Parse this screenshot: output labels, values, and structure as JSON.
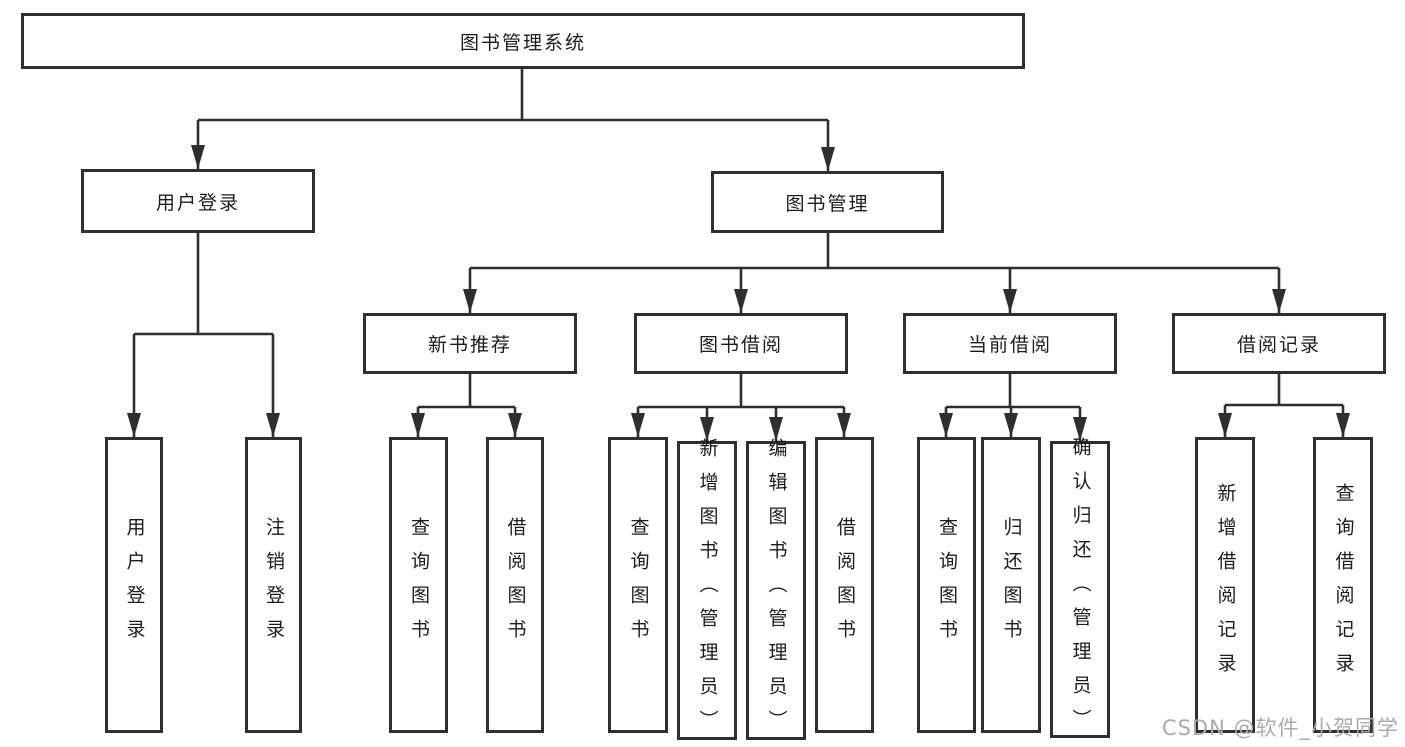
{
  "tree": {
    "root": {
      "label": "图书管理系统",
      "children": [
        {
          "label": "用户登录",
          "children": [
            {
              "label": "用户登录"
            },
            {
              "label": "注销登录"
            }
          ]
        },
        {
          "label": "图书管理",
          "children": [
            {
              "label": "新书推荐",
              "children": [
                {
                  "label": "查询图书"
                },
                {
                  "label": "借阅图书"
                }
              ]
            },
            {
              "label": "图书借阅",
              "children": [
                {
                  "label": "查询图书"
                },
                {
                  "label": "新增图书（管理员）"
                },
                {
                  "label": "编辑图书（管理员）"
                },
                {
                  "label": "借阅图书"
                }
              ]
            },
            {
              "label": "当前借阅",
              "children": [
                {
                  "label": "查询图书"
                },
                {
                  "label": "归还图书"
                },
                {
                  "label": "确认归还（管理员）"
                }
              ]
            },
            {
              "label": "借阅记录",
              "children": [
                {
                  "label": "新增借阅记录"
                },
                {
                  "label": "查询借阅记录"
                }
              ]
            }
          ]
        }
      ]
    }
  },
  "watermark": {
    "text": "CSDN @软件_小贺同学"
  },
  "colors": {
    "line": "#2f2f2f",
    "box_border": "#2f2f2f",
    "text": "#1c1c1c",
    "background": "#ffffff",
    "watermark": "#ababab"
  }
}
